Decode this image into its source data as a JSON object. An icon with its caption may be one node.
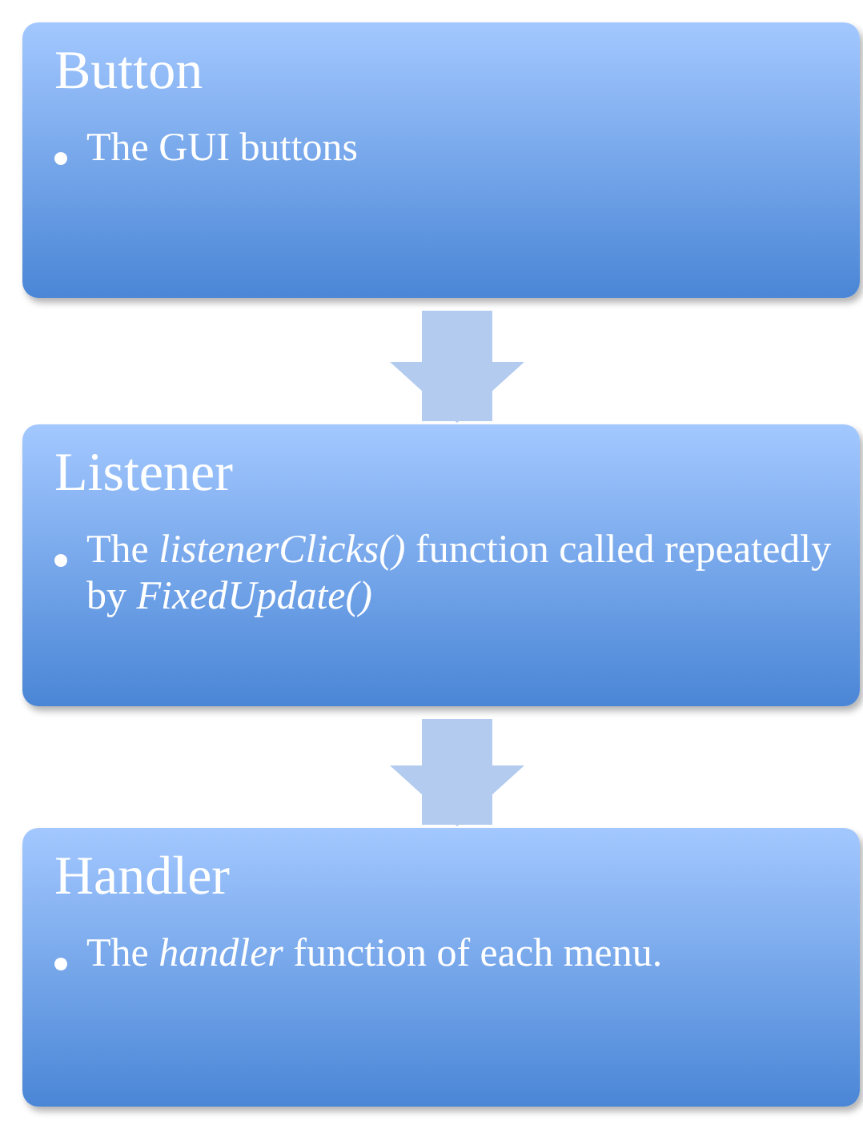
{
  "diagram": {
    "nodes": [
      {
        "text": [
          "Button",
          "The GUI buttons"
        ]
      },
      {
        "text": [
          "Listener",
          "The *listenerClicks()* function called repeatedly by *FixedUpdate()*"
        ]
      },
      {
        "text": [
          "Handler",
          "The *handler* function of each menu."
        ]
      }
    ],
    "edges": [
      {
        "from": 0,
        "to": 1,
        "arrow": "to"
      },
      {
        "from": 1,
        "to": 2,
        "arrow": "to"
      }
    ]
  }
}
